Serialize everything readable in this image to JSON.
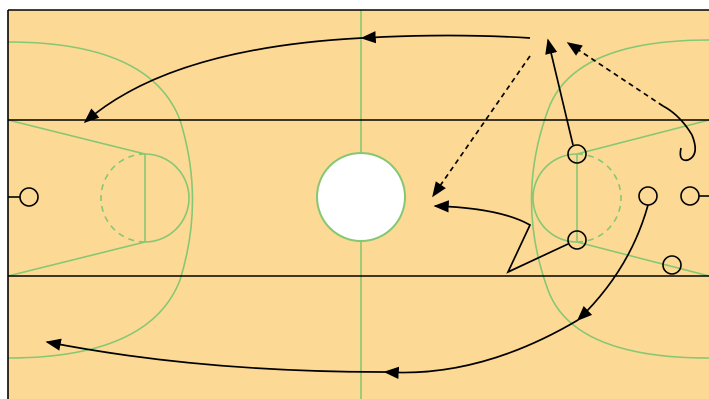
{
  "colors": {
    "court_fill": "#fcd994",
    "court_lines": "#86c774",
    "lane_lines": "#000000",
    "frame": "#000000",
    "center_circle_fill": "#ffffff",
    "player_marker": "#000000",
    "pass_arrow": "#000000",
    "cut_arrow": "#000000"
  },
  "legend": {
    "solid_arrow": "movement / cut",
    "dashed_arrow": "pass",
    "circle": "player"
  }
}
